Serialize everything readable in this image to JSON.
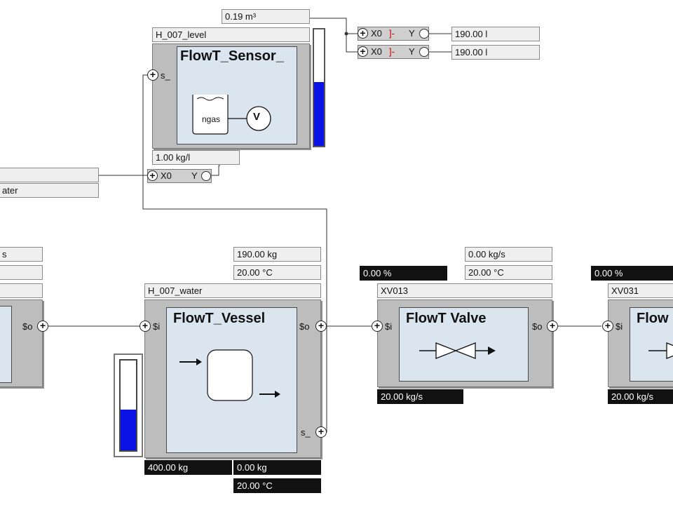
{
  "top": {
    "volume_value": "0.19 m³",
    "level_tag": "H_007_level",
    "density_value": "1.00 kg/l",
    "out1_value": "190.00 l",
    "out2_value": "190.00 l"
  },
  "left_inputs": {
    "field1": "",
    "field2": "ater"
  },
  "sensor_block": {
    "title": "FlowT_Sensor_",
    "port_s": "s_",
    "tank_label": "ngas",
    "meter_label": "V",
    "bar_level_percent": 55
  },
  "func_blocks": {
    "x0_label": "X0",
    "y_label": "Y"
  },
  "left_block": {
    "field1": "s",
    "field2": "",
    "field3": "",
    "port_out": "$o"
  },
  "vessel_block": {
    "tag": "H_007_water",
    "title": "FlowT_Vessel",
    "mass_value": "190.00 kg",
    "temp_value": "20.00 °C",
    "port_in": "$i",
    "port_out": "$o",
    "port_s": "s_",
    "mass_total": "400.00 kg",
    "mass_zero": "0.00 kg",
    "temp_bottom": "20.00 °C",
    "bar_level_percent": 45
  },
  "valve_block": {
    "tag": "XV013",
    "title": "FlowT  Valve",
    "percent_value": "0.00 %",
    "flow_value": "0.00 kg/s",
    "temp_value": "20.00 °C",
    "port_in": "$i",
    "port_out": "$o",
    "flow_rate": "20.00 kg/s"
  },
  "valve2_block": {
    "tag": "XV031",
    "title": "Flow",
    "percent_value": "0.00 %",
    "port_in": "$i",
    "flow_rate": "20.00 kg/s"
  }
}
